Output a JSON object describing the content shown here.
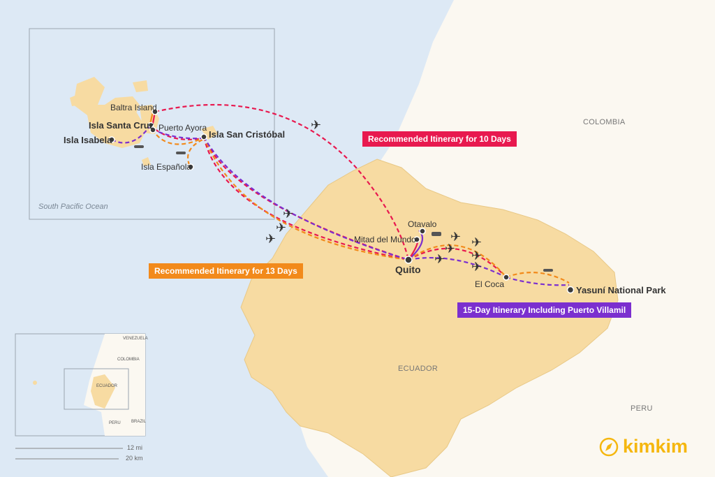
{
  "colors": {
    "sea": "#dde9f5",
    "ecuador": "#f7dba2",
    "other_land": "#fbf8f1",
    "route_10": "#e8194f",
    "route_13": "#f28a1b",
    "route_15": "#7b2fcf",
    "logo": "#f5b70f"
  },
  "places": {
    "baltra": "Baltra Island",
    "santa_cruz": "Isla Santa Cruz",
    "puerto_ayora": "Puerto Ayora",
    "isabela": "Isla Isabela",
    "san_cristobal": "Isla San Cristóbal",
    "espanola": "Isla Española",
    "otavalo": "Otavalo",
    "mitad": "Mitad del Mundo",
    "quito": "Quito",
    "el_coca": "El Coca",
    "yasuni": "Yasuní National Park"
  },
  "countries": {
    "colombia": "COLOMBIA",
    "ecuador": "ECUADOR",
    "peru": "PERU"
  },
  "ocean": "South Pacific Ocean",
  "legends": {
    "days10": "Recommended Itinerary for 10 Days",
    "days13": "Recommended Itinerary for 13 Days",
    "days15": "15-Day Itinerary Including Puerto Villamil"
  },
  "inset": {
    "venezuela": "VENEZUELA",
    "colombia": "COLOMBIA",
    "ecuador": "ECUADOR",
    "peru": "PERU",
    "brazil": "BRAZIL"
  },
  "scale": {
    "mi": "12 mi",
    "km": "20 km"
  },
  "logo": "kimkim"
}
